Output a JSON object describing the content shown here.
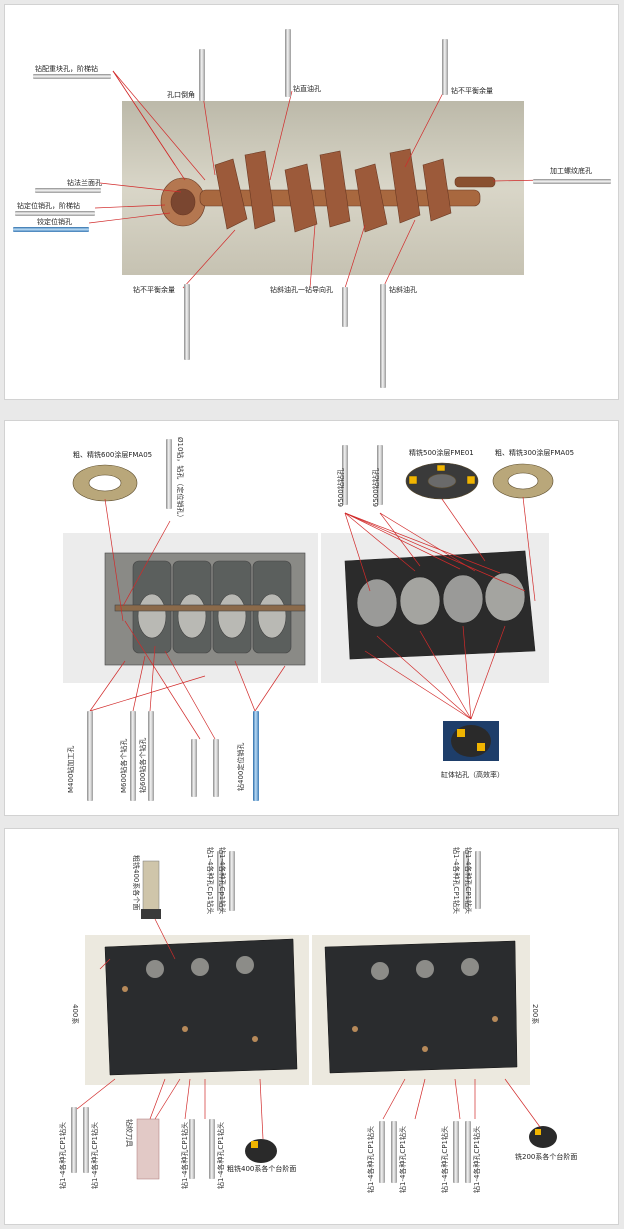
{
  "panel1": {
    "labels": {
      "drill_counterweight": "钻配重块孔，阶梯钻",
      "chamfer": "孔口倒角",
      "drill_oil_hole": "钻直油孔",
      "drill_unbalance_top": "钻不平衡余量",
      "drill_second_hole": "钻法兰面孔",
      "drill_pin_step": "钻定位销孔，阶梯钻",
      "ream_pin": "铰定位销孔",
      "thread_hole": "加工螺纹底孔",
      "drill_unbalance_bottom": "钻不平衡余量",
      "drill_slant_guide": "钻斜油孔一钻导向孔",
      "drill_slant_oil": "钻斜油孔"
    }
  },
  "panel2": {
    "labels": {
      "rough_mill_left": "粗、精铣600涂层FMA05",
      "left_top_tool": "Ø10钻，钻孔（定位销孔）",
      "tool_6500_a": "6500钻钻孔",
      "tool_6500_b": "6500钻钻孔",
      "mill_fme01": "精铣500涂层FME01",
      "rough_mill_right": "粗、精铣300涂层FMA05",
      "bottom_1": "M400钻加工孔",
      "bottom_2": "M600钻各个钻孔",
      "bottom_3": "钻600钻各个钻孔",
      "bottom_6": "钻400定位销孔",
      "boring": "缸体钻孔（高效率）"
    }
  },
  "panel3": {
    "labels": {
      "top_mill": "粗铣400系各个面",
      "top_left_a": "钻1-4各种孔Cp1钻头",
      "top_left_b": "钻1-4各种孔Cp1钻头",
      "top_right_a": "钻1-4各种孔CP1钻头",
      "top_right_b": "钻1-4各种孔CP1钻头",
      "block_left": "400系",
      "block_right": "200系",
      "bl_a": "钻1-4各种孔CP1钻头",
      "bl_b": "钻1-4各种孔CP1钻头",
      "step_tool": "钻绞刀具",
      "bm_a": "钻1-4各种孔CP1钻头",
      "bm_b": "钻1-4各种孔CP1钻头",
      "mill_400": "粗铣400系各个台阶面",
      "br_a": "钻1-4各种孔CP1钻头",
      "br_b": "钻1-4各种孔CP1钻头",
      "br_c": "钻1-4各种孔CP1钻头",
      "br_d": "钻1-4各种孔CP1钻头",
      "mill_200": "铣200系各个台阶面"
    }
  },
  "colors": {
    "leader": "#d12a2a",
    "background": "#e9e9e9",
    "panel": "#ffffff"
  }
}
